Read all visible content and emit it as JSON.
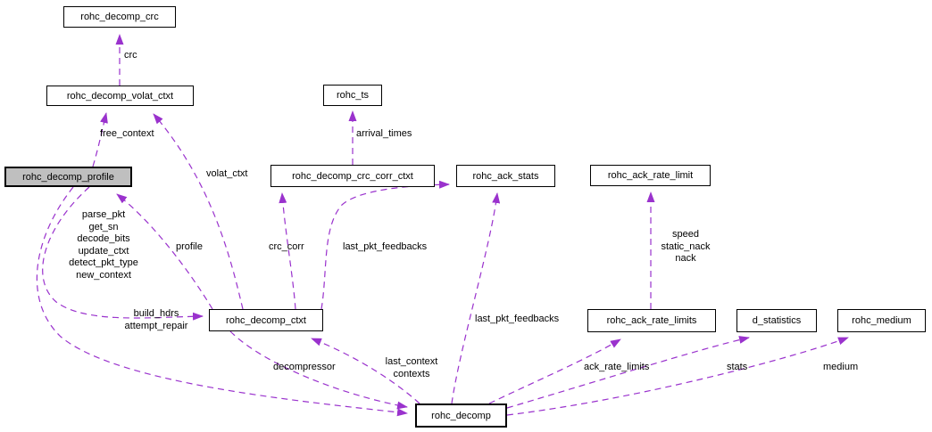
{
  "diagram": {
    "kind": "collaboration-graph",
    "background_color": "#ffffff",
    "edge_color": "#9a32cd",
    "node_border_color": "#000000",
    "node_fill": "#ffffff",
    "highlight_fill": "#bfbfbf",
    "nodes": [
      {
        "id": "rohc_decomp_crc",
        "label": "rohc_decomp_crc",
        "highlighted": false
      },
      {
        "id": "rohc_decomp_volat_ctxt",
        "label": "rohc_decomp_volat_ctxt",
        "highlighted": false
      },
      {
        "id": "rohc_decomp_profile",
        "label": "rohc_decomp_profile",
        "highlighted": true
      },
      {
        "id": "rohc_ts",
        "label": "rohc_ts",
        "highlighted": false
      },
      {
        "id": "rohc_decomp_crc_corr_ctxt",
        "label": "rohc_decomp_crc_corr_ctxt",
        "highlighted": false
      },
      {
        "id": "rohc_ack_stats",
        "label": "rohc_ack_stats",
        "highlighted": false
      },
      {
        "id": "rohc_ack_rate_limit",
        "label": "rohc_ack_rate_limit",
        "highlighted": false
      },
      {
        "id": "rohc_decomp_ctxt",
        "label": "rohc_decomp_ctxt",
        "highlighted": false
      },
      {
        "id": "rohc_ack_rate_limits",
        "label": "rohc_ack_rate_limits",
        "highlighted": false
      },
      {
        "id": "d_statistics",
        "label": "d_statistics",
        "highlighted": false
      },
      {
        "id": "rohc_medium",
        "label": "rohc_medium",
        "highlighted": false
      },
      {
        "id": "rohc_decomp",
        "label": "rohc_decomp",
        "highlighted": false
      }
    ],
    "edges": [
      {
        "from": "rohc_decomp_volat_ctxt",
        "to": "rohc_decomp_crc",
        "label": "crc"
      },
      {
        "from": "rohc_decomp_profile",
        "to": "rohc_decomp_volat_ctxt",
        "label": "free_context"
      },
      {
        "from": "rohc_decomp_ctxt",
        "to": "rohc_decomp_volat_ctxt",
        "label": "volat_ctxt"
      },
      {
        "from": "rohc_decomp_crc_corr_ctxt",
        "to": "rohc_ts",
        "label": "arrival_times"
      },
      {
        "from": "rohc_decomp_ctxt",
        "to": "rohc_decomp_profile",
        "label": "profile"
      },
      {
        "from": "rohc_decomp_profile",
        "to": "rohc_decomp_ctxt",
        "label": "parse_pkt\nget_sn\ndecode_bits\nupdate_ctxt\ndetect_pkt_type\nnew_context"
      },
      {
        "from": "rohc_decomp_profile",
        "to": "rohc_decomp",
        "label": "build_hdrs\nattempt_repair"
      },
      {
        "from": "rohc_decomp_ctxt",
        "to": "rohc_decomp",
        "label": "decompressor"
      },
      {
        "from": "rohc_decomp",
        "to": "rohc_decomp_ctxt",
        "label": "last_context\ncontexts"
      },
      {
        "from": "rohc_decomp_ctxt",
        "to": "rohc_decomp_crc_corr_ctxt",
        "label": "crc_corr"
      },
      {
        "from": "rohc_decomp_ctxt",
        "to": "rohc_ack_stats",
        "label": "last_pkt_feedbacks"
      },
      {
        "from": "rohc_decomp",
        "to": "rohc_ack_stats",
        "label": "last_pkt_feedbacks"
      },
      {
        "from": "rohc_ack_rate_limits",
        "to": "rohc_ack_rate_limit",
        "label": "speed\nstatic_nack\nnack"
      },
      {
        "from": "rohc_decomp",
        "to": "rohc_ack_rate_limits",
        "label": "ack_rate_limits"
      },
      {
        "from": "rohc_decomp",
        "to": "d_statistics",
        "label": "stats"
      },
      {
        "from": "rohc_decomp",
        "to": "rohc_medium",
        "label": "medium"
      }
    ]
  }
}
